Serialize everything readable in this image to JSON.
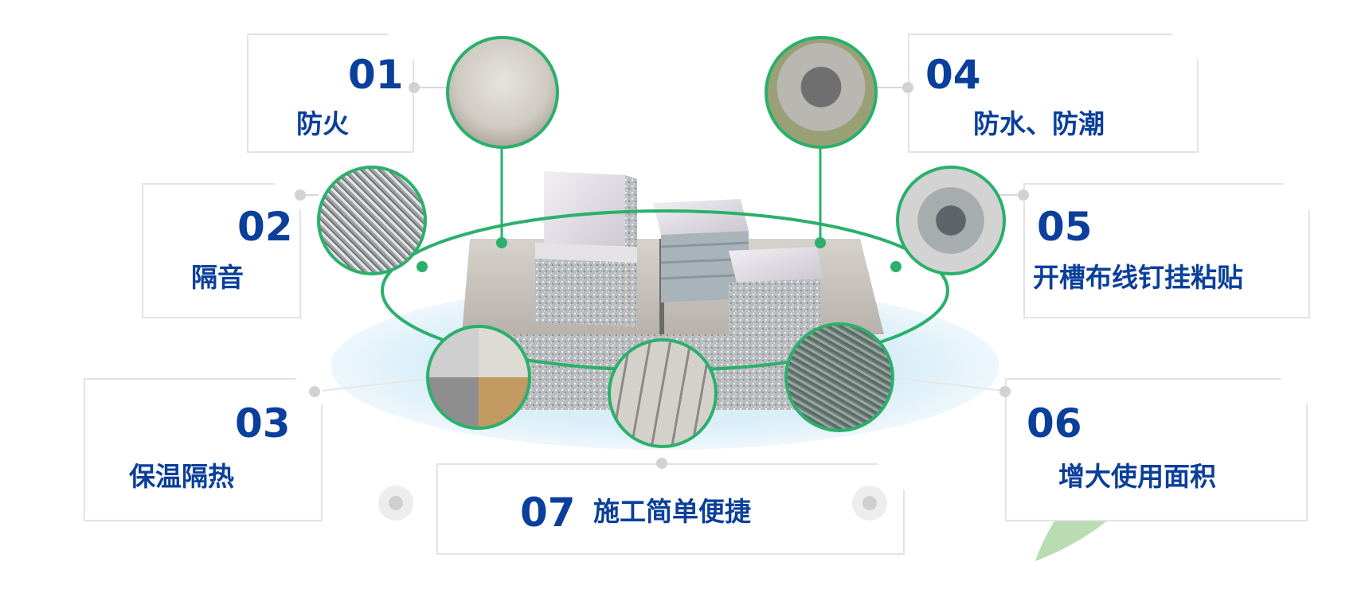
{
  "features": [
    {
      "num": "01",
      "label": "防火"
    },
    {
      "num": "02",
      "label": "隔音"
    },
    {
      "num": "03",
      "label": "保温隔热"
    },
    {
      "num": "04",
      "label": "防水、防潮"
    },
    {
      "num": "05",
      "label": "开槽布线钉挂粘贴"
    },
    {
      "num": "06",
      "label": "增大使用面积"
    },
    {
      "num": "07",
      "label": "施工简单便捷"
    }
  ],
  "colors": {
    "text": "#0a3f9b",
    "ring": "#2bb06b",
    "card_border": "#e3e3e3"
  }
}
